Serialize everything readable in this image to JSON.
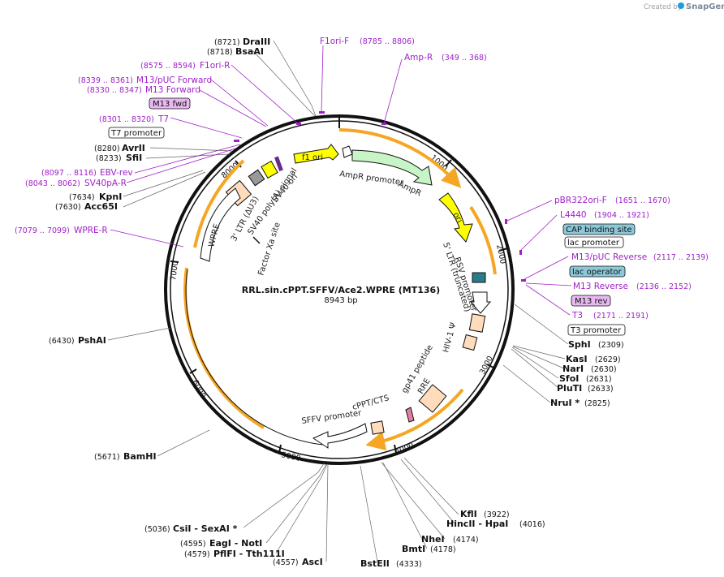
{
  "brand": {
    "credit": "Created by",
    "name": "SnapGene",
    "logo_color": "#1a9ed9"
  },
  "map": {
    "title": "RRL.sin.cPPT.SFFV/Ace2.WPRE (MT136)",
    "length": "8943 bp",
    "ticks": [
      "1000",
      "2000",
      "3000",
      "4000",
      "5000",
      "6000",
      "7000",
      "8000"
    ],
    "colors": {
      "backbone": "#111111",
      "primer": "#a020c8",
      "orange_arc": "#f5a623",
      "ampr": "#c8f5c8",
      "ori": "#ffff00",
      "ltr": "#ffdcbc",
      "promoter_box": "#ffffff",
      "primer_box": "#e8b8f0",
      "protein_box": "#8cc8d8"
    }
  },
  "enzymes": [
    {
      "name": "DraIII",
      "pos": "(8721)"
    },
    {
      "name": "BsaAI",
      "pos": "(8718)"
    },
    {
      "name": "AvrII",
      "pos": "(8280)"
    },
    {
      "name": "SfiI",
      "pos": "(8233)"
    },
    {
      "name": "KpnI",
      "pos": "(7634)"
    },
    {
      "name": "Acc65I",
      "pos": "(7630)"
    },
    {
      "name": "PshAI",
      "pos": "(6430)"
    },
    {
      "name": "BamHI",
      "pos": "(5671)"
    },
    {
      "name": "CsiI  - SexAI *",
      "pos": "(5036)"
    },
    {
      "name": "EagI  - NotI",
      "pos": "(4595)"
    },
    {
      "name": "PflFI  - Tth111I",
      "pos": "(4579)"
    },
    {
      "name": "AscI",
      "pos": "(4557)"
    },
    {
      "name": "BstEII",
      "pos": "(4333)"
    },
    {
      "name": "BmtI",
      "pos": "(4178)"
    },
    {
      "name": "NheI",
      "pos": "(4174)"
    },
    {
      "name": "HincII  - HpaI",
      "pos": "(4016)"
    },
    {
      "name": "KflI",
      "pos": "(3922)"
    },
    {
      "name": "NruI *",
      "pos": "(2825)"
    },
    {
      "name": "PluTI",
      "pos": "(2633)"
    },
    {
      "name": "SfoI",
      "pos": "(2631)"
    },
    {
      "name": "NarI",
      "pos": "(2630)"
    },
    {
      "name": "KasI",
      "pos": "(2629)"
    },
    {
      "name": "SphI",
      "pos": "(2309)"
    }
  ],
  "primers": [
    {
      "name": "F1ori-F",
      "pos": "(8785 .. 8806)"
    },
    {
      "name": "Amp-R",
      "pos": "(349 .. 368)"
    },
    {
      "name": "F1ori-R",
      "pos": "(8575 .. 8594)"
    },
    {
      "name": "M13/pUC Forward",
      "pos": "(8339 .. 8361)"
    },
    {
      "name": "M13 Forward",
      "pos": "(8330 .. 8347)"
    },
    {
      "name": "T7",
      "pos": "(8301 .. 8320)"
    },
    {
      "name": "EBV-rev",
      "pos": "(8097 .. 8116)"
    },
    {
      "name": "SV40pA-R",
      "pos": "(8043 .. 8062)"
    },
    {
      "name": "WPRE-R",
      "pos": "(7079 .. 7099)"
    },
    {
      "name": "pBR322ori-F",
      "pos": "(1651 .. 1670)"
    },
    {
      "name": "L4440",
      "pos": "(1904 .. 1921)"
    },
    {
      "name": "M13/pUC Reverse",
      "pos": "(2117 .. 2139)"
    },
    {
      "name": "M13 Reverse",
      "pos": "(2136 .. 2152)"
    },
    {
      "name": "T3",
      "pos": "(2171 .. 2191)"
    }
  ],
  "boxed_labels": [
    {
      "name": "M13 fwd",
      "kind": "primer"
    },
    {
      "name": "T7 promoter",
      "kind": "promoter"
    },
    {
      "name": "CAP binding site",
      "kind": "protein"
    },
    {
      "name": "lac promoter",
      "kind": "promoter"
    },
    {
      "name": "lac operator",
      "kind": "protein"
    },
    {
      "name": "M13 rev",
      "kind": "primer"
    },
    {
      "name": "T3 promoter",
      "kind": "promoter"
    }
  ],
  "features": [
    "f1 ori",
    "AmpR promoter",
    "AmpR",
    "ori",
    "RSV promoter",
    "5' LTR (truncated)",
    "HIV-1 Ψ",
    "RRE",
    "gp41 peptide",
    "cPPT/CTS",
    "SFFV promoter",
    "WPRE",
    "3' LTR (ΔU3)",
    "SV40 poly(A) signal",
    "SV40 ori",
    "Factor Xa site"
  ]
}
